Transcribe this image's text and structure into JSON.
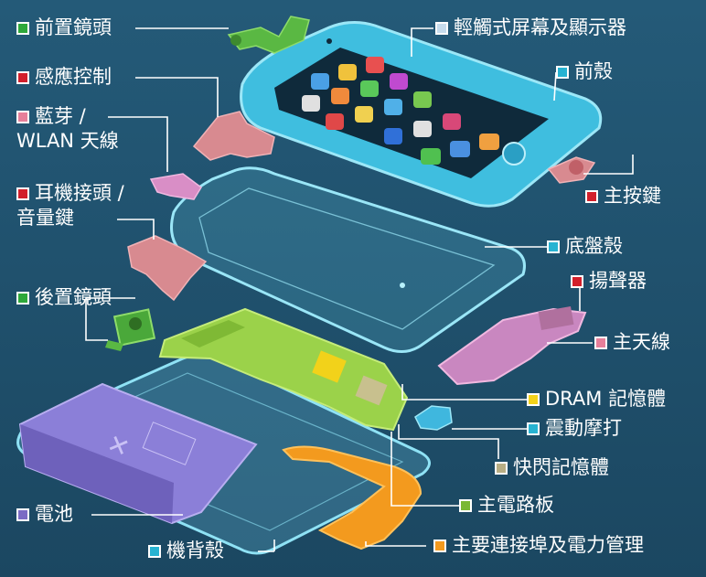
{
  "labels": {
    "front_camera": {
      "text": "前置鏡頭",
      "color": "#2ea83a"
    },
    "proximity": {
      "text": "感應控制",
      "color": "#d21f2b"
    },
    "bt_wlan_1": {
      "text": "藍芽 /",
      "color": "#e67f9a"
    },
    "bt_wlan_2": {
      "text": "WLAN 天線"
    },
    "headphone_1": {
      "text": "耳機接頭 /",
      "color": "#d21f2b"
    },
    "headphone_2": {
      "text": "音量鍵"
    },
    "rear_camera": {
      "text": "後置鏡頭",
      "color": "#2ea83a"
    },
    "battery": {
      "text": "電池",
      "color": "#7b6bc4"
    },
    "back_case": {
      "text": "機背殼",
      "color": "#27b3d2"
    },
    "touchscreen": {
      "text": "輕觸式屏幕及顯示器",
      "color": "#c6dced"
    },
    "front_shell": {
      "text": "前殼",
      "color": "#27b3d2"
    },
    "home_button": {
      "text": "主按鍵",
      "color": "#d21f2b"
    },
    "chassis": {
      "text": "底盤殼",
      "color": "#27b3d2"
    },
    "speaker": {
      "text": "揚聲器",
      "color": "#d21f2b"
    },
    "main_antenna": {
      "text": "主天線",
      "color": "#e67f9a"
    },
    "dram": {
      "text": "DRAM 記憶體",
      "color": "#f2d21a"
    },
    "vibrator": {
      "text": "震動摩打",
      "color": "#27b3d2"
    },
    "flash": {
      "text": "快閃記憶體",
      "color": "#b8ae84"
    },
    "logic_board": {
      "text": "主電路板",
      "color": "#7ab833"
    },
    "dock_connector": {
      "text": "主要連接埠及電力管理",
      "color": "#f39a1e"
    }
  }
}
